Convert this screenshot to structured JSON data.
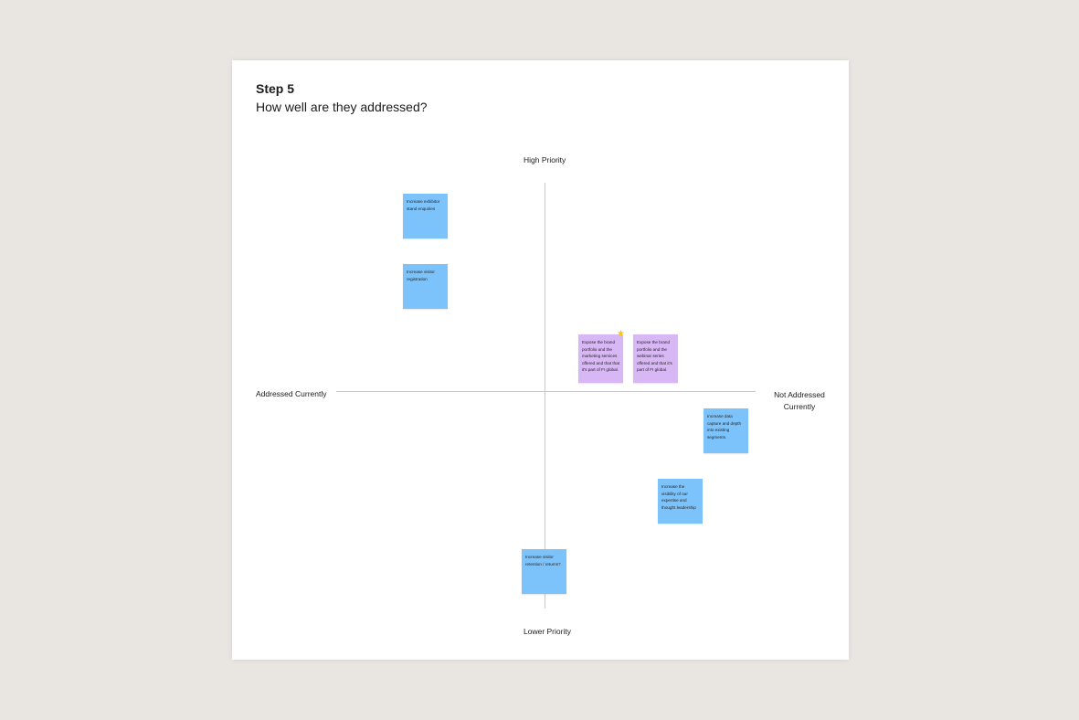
{
  "header": {
    "step": "Step 5",
    "question": "How well are they addressed?"
  },
  "axes": {
    "top": "High Priority",
    "bottom": "Lower Priority",
    "left": "Addressed Currently",
    "right": "Not Addressed Currently"
  },
  "notes": [
    {
      "text": "Increase exhibitor stand enquiries",
      "color": "#7dc3fb"
    },
    {
      "text": "Increase visitor registration",
      "color": "#7dc3fb"
    },
    {
      "text": "Expose the brand portfolio and the marketing services offered and that that it's part of FI global.",
      "color": "#d7b8f5",
      "starred": true
    },
    {
      "text": "Expose the brand portfolio and the webinar series offered and that it's part of FI global.",
      "color": "#d7b8f5"
    },
    {
      "text": "Increase data capture and depth into existing segments.",
      "color": "#7dc3fb"
    },
    {
      "text": "Increase the visibility of our expertise and thought leadership",
      "color": "#7dc3fb"
    },
    {
      "text": "Increase visitor retention / returns?",
      "color": "#7dc3fb"
    }
  ],
  "icons": {
    "star": "star-icon"
  },
  "colors": {
    "background": "#e9e5e0",
    "board": "#ffffff",
    "blue_note": "#7dc3fb",
    "purple_note": "#d7b8f5",
    "star": "#f5c518",
    "axis": "#c9c9c9"
  }
}
